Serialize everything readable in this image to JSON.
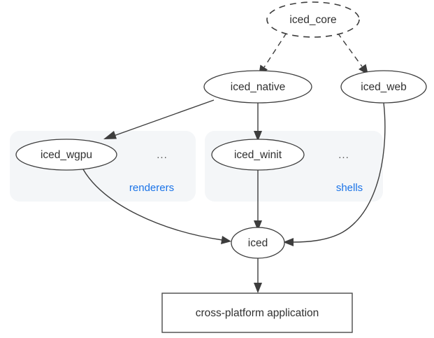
{
  "diagram": {
    "type": "directed-graph",
    "title": "",
    "background_color": "#ffffff",
    "node_stroke_color": "#3d3d3d",
    "cluster_fill_color": "#f4f6f8",
    "cluster_label_color": "#1a73e8",
    "nodes": [
      {
        "id": "iced_core",
        "label": "iced_core",
        "shape": "ellipse",
        "style": "dashed"
      },
      {
        "id": "iced_native",
        "label": "iced_native",
        "shape": "ellipse",
        "style": "solid"
      },
      {
        "id": "iced_web",
        "label": "iced_web",
        "shape": "ellipse",
        "style": "solid"
      },
      {
        "id": "iced_wgpu",
        "label": "iced_wgpu",
        "shape": "ellipse",
        "style": "solid"
      },
      {
        "id": "iced_winit",
        "label": "iced_winit",
        "shape": "ellipse",
        "style": "solid"
      },
      {
        "id": "iced",
        "label": "iced",
        "shape": "ellipse",
        "style": "solid"
      },
      {
        "id": "app",
        "label": "cross-platform application",
        "shape": "rect",
        "style": "solid"
      }
    ],
    "clusters": [
      {
        "id": "renderers",
        "label": "renderers",
        "ellipsis": "...",
        "members": [
          "iced_wgpu"
        ]
      },
      {
        "id": "shells",
        "label": "shells",
        "ellipsis": "...",
        "members": [
          "iced_winit"
        ]
      }
    ],
    "edges": [
      {
        "from": "iced_core",
        "to": "iced_native",
        "style": "dashed"
      },
      {
        "from": "iced_core",
        "to": "iced_web",
        "style": "dashed"
      },
      {
        "from": "iced_native",
        "to": "iced_wgpu",
        "style": "solid"
      },
      {
        "from": "iced_native",
        "to": "iced_winit",
        "style": "solid"
      },
      {
        "from": "iced_wgpu",
        "to": "iced",
        "style": "solid"
      },
      {
        "from": "iced_winit",
        "to": "iced",
        "style": "solid"
      },
      {
        "from": "iced_web",
        "to": "iced",
        "style": "solid"
      },
      {
        "from": "iced",
        "to": "app",
        "style": "solid"
      }
    ]
  }
}
